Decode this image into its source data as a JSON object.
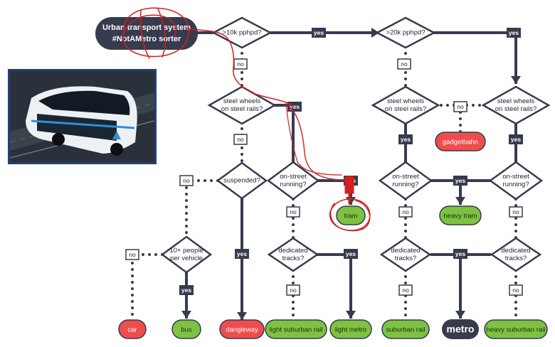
{
  "title": {
    "line1": "Urban transport system",
    "line2": "#NotAMetro sorter"
  },
  "decisions": {
    "capacity_10k": ">10k pphpd?",
    "capacity_20k": ">20k pphpd?",
    "steel_left": [
      "steel wheels",
      "on steel rails?"
    ],
    "steel_mid": [
      "steel wheels",
      "on steel rails?"
    ],
    "steel_right": [
      "steel wheels",
      "on steel rails?"
    ],
    "suspended": "suspended?",
    "onstreet_left": [
      "on-street",
      "running?"
    ],
    "onstreet_mid": [
      "on-street",
      "running?"
    ],
    "onstreet_right": [
      "on-street",
      "running?"
    ],
    "people": [
      "10+ people",
      "per vehicle"
    ],
    "dedicated_left": [
      "dedicated",
      "tracks?"
    ],
    "dedicated_mid": [
      "dedicated",
      "tracks?"
    ],
    "dedicated_right": [
      "dedicated",
      "tracks?"
    ]
  },
  "answers": {
    "yes": "yes",
    "no": "no"
  },
  "outcomes": {
    "car": "car",
    "bus": "bus",
    "dangleway": "dangleway",
    "light_suburban_rail": "light suburban rail",
    "light_metro": "light metro",
    "tram": "tram",
    "gadgetbahn": "gadgetbahn",
    "heavy_tram": "heavy tram",
    "suburban_rail": "suburban rail",
    "metro": "metro",
    "heavy_suburban_rail": "heavy suburban rail"
  },
  "colors": {
    "dark": "#373b4e",
    "green": "#7dc242",
    "red": "#ef4d4d",
    "annotation": "#d21f1f",
    "photo_border": "#233f77"
  },
  "photo": {
    "subject": "autonomous bus-like vehicle on a roadway",
    "icon": "vehicle-photo"
  }
}
